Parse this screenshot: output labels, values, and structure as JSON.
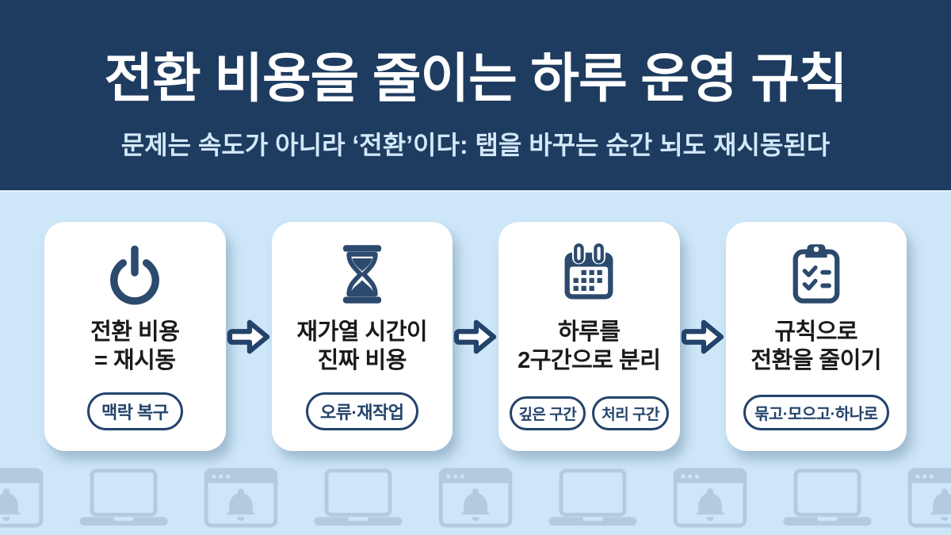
{
  "header": {
    "title": "전환 비용을 줄이는 하루 운영 규칙",
    "subtitle": "문제는 속도가 아니라 ‘전환’이다: 탭을 바꾸는 순간 뇌도 재시동된다"
  },
  "cards": [
    {
      "icon": "power-icon",
      "title_line1": "전환 비용",
      "title_line2": "= 재시동",
      "pills": [
        "맥락 복구"
      ]
    },
    {
      "icon": "hourglass-icon",
      "title_line1": "재가열 시간이",
      "title_line2": "진짜 비용",
      "pills": [
        "오류·재작업"
      ]
    },
    {
      "icon": "calendar-icon",
      "title_line1": "하루를",
      "title_line2": "2구간으로 분리",
      "pills": [
        "깊은 구간",
        "처리 구간"
      ]
    },
    {
      "icon": "clipboard-icon",
      "title_line1": "규칙으로",
      "title_line2": "전환을 줄이기",
      "pills": [
        "묶고·모으고·하나로"
      ]
    }
  ],
  "footer": {
    "pattern": [
      "notification-window-icon",
      "laptop-icon",
      "notification-window-icon",
      "laptop-icon",
      "notification-window-icon",
      "laptop-icon",
      "notification-window-icon",
      "laptop-icon",
      "notification-window-icon"
    ]
  },
  "colors": {
    "header_bg": "#1E3C60",
    "body_bg": "#CDE6F8",
    "card_bg": "#FFFFFF",
    "navy": "#24436B",
    "icon_navy": "#2C4A6E",
    "title_text": "#FFFFFF",
    "subtitle_text": "#D3E8F9",
    "card_title_text": "#1A1A1A",
    "muted_icon": "#B2C9DD"
  }
}
